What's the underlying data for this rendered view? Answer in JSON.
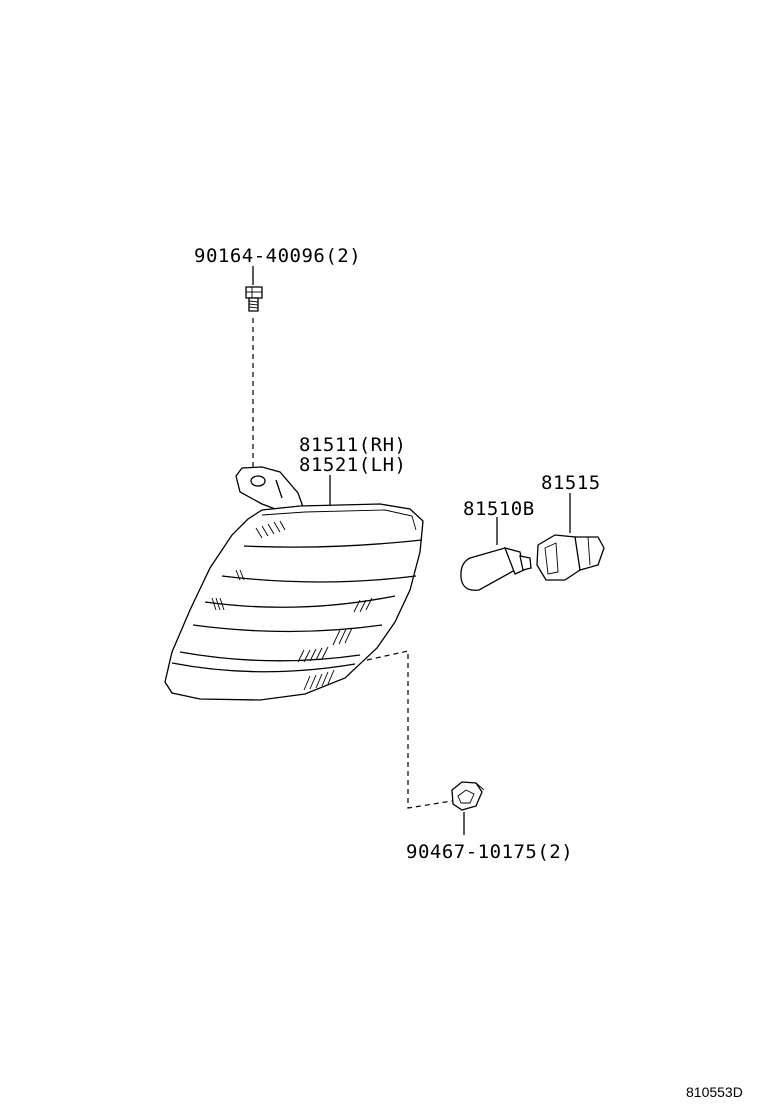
{
  "labels": {
    "screw": "90164-40096(2)",
    "lamp_rh": "81511(RH)",
    "lamp_lh": "81521(LH)",
    "bulb": "81510B",
    "socket": "81515",
    "clip": "90467-10175(2)"
  },
  "diagram_code": "810553D"
}
